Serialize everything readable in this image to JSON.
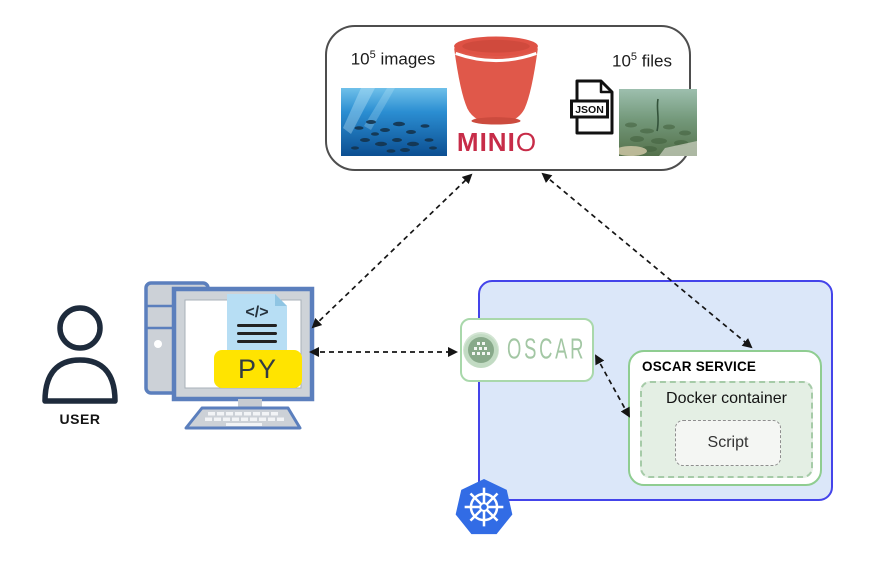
{
  "minio_panel": {
    "images_count_base": "10",
    "images_count_exp": "5",
    "images_caption": " images",
    "files_count_base": "10",
    "files_count_exp": "5",
    "files_caption": " files",
    "logo_min": "MIN",
    "logo_i": "I",
    "logo_o": "O",
    "json_badge": "JSON",
    "photo_left_alt": "underwater-fish-school-photo",
    "photo_right_alt": "seagrass-seabed-photo",
    "colors": {
      "bucket": "#e0584a",
      "logo": "#c72c48",
      "panel_border": "#4e4e4e"
    }
  },
  "user": {
    "label": "USER"
  },
  "workstation": {
    "code_glyph": "</>",
    "py_label": "PY",
    "colors": {
      "outline": "#5b7fbd",
      "file_blue": "#b7def4",
      "banner_yellow": "#ffe400"
    }
  },
  "kubernetes": {
    "colors": {
      "box_fill": "#dbe7f9",
      "box_border": "#4444ea",
      "logo_blue": "#326ce5"
    }
  },
  "oscar": {
    "logo_text": "OSCAR",
    "colors": {
      "text": "#a3c7a4",
      "border": "#a9d8ab"
    }
  },
  "oscar_service": {
    "title": "OSCAR SERVICE",
    "docker_label": "Docker container",
    "script_label": "Script",
    "colors": {
      "border": "#8fcd91",
      "docker_fill": "#e4efe4"
    }
  },
  "icons": {
    "bucket": "minio-bucket-icon",
    "json_file": "json-file-icon",
    "user": "user-icon",
    "workstation": "desktop-computer-icon",
    "python_file": "python-file-icon",
    "oscar_logo": "oscar-logo-icon",
    "kubernetes": "kubernetes-helm-icon"
  },
  "arrows": {
    "style": "dashed",
    "color": "#151515",
    "count": 4
  }
}
